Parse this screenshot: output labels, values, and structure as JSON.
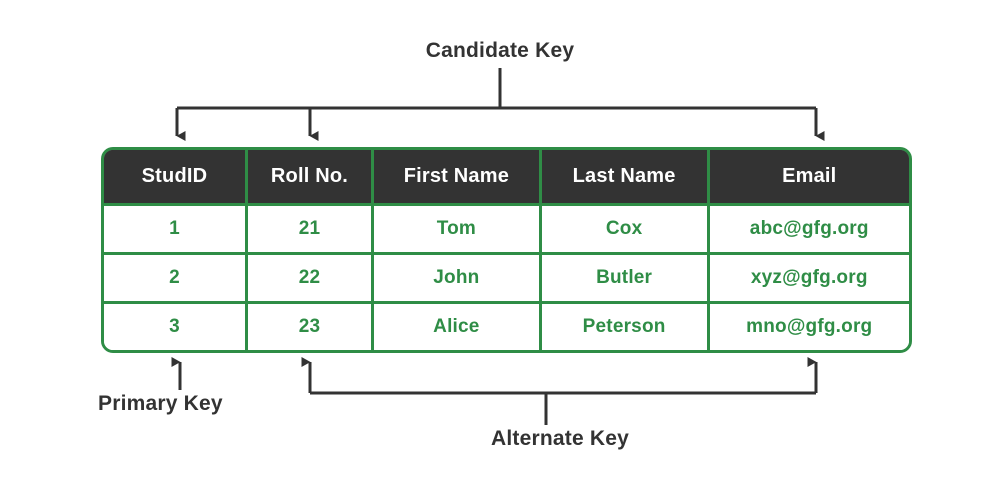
{
  "diagram": {
    "title_visible": false,
    "colors": {
      "accent_green": "#2f8d46",
      "header_dark": "#333333",
      "label_dark": "#333333",
      "connector_dark": "#333333",
      "background": "#ffffff"
    }
  },
  "annotations": {
    "candidate_key": {
      "label": "Candidate Key",
      "points_to": [
        "StudID",
        "Roll No.",
        "Email"
      ]
    },
    "primary_key": {
      "label": "Primary Key",
      "points_to": [
        "StudID"
      ]
    },
    "alternate_key": {
      "label": "Alternate Key",
      "points_to": [
        "Roll No.",
        "Email"
      ]
    }
  },
  "table": {
    "columns": [
      "StudID",
      "Roll No.",
      "First Name",
      "Last Name",
      "Email"
    ],
    "rows": [
      [
        "1",
        "21",
        "Tom",
        "Cox",
        "abc@gfg.org"
      ],
      [
        "2",
        "22",
        "John",
        "Butler",
        "xyz@gfg.org"
      ],
      [
        "3",
        "23",
        "Alice",
        "Peterson",
        "mno@gfg.org"
      ]
    ]
  }
}
